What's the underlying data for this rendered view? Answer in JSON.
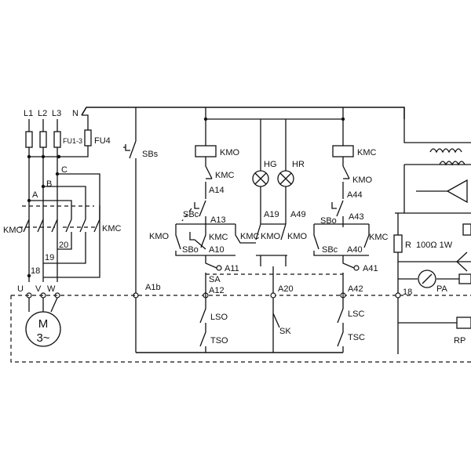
{
  "diagram": {
    "supply": [
      "L1",
      "L2",
      "L3",
      "N"
    ],
    "fuses": {
      "main": "FU1-3",
      "control": "FU4"
    },
    "phase_nodes": [
      "A",
      "B",
      "C"
    ],
    "wire_numbers": [
      "20",
      "19",
      "18"
    ],
    "motor": {
      "symbol": "M",
      "phase": "3~",
      "terminals": [
        "U",
        "V",
        "W"
      ]
    },
    "contactors": {
      "open": "KMO",
      "close": "KMC"
    },
    "stop_button": "SBs",
    "pushbuttons": {
      "local": "SBc",
      "remote": "SBo"
    },
    "lamps": [
      "HG",
      "HR"
    ],
    "nodes": [
      "A14",
      "A13",
      "A10",
      "A19",
      "A49",
      "A44",
      "A43",
      "A40",
      "A11",
      "A41",
      "A12",
      "A20",
      "A42",
      "A1b",
      "18"
    ],
    "selector": "SA",
    "limit_switches": [
      "LSO",
      "TSO",
      "SK",
      "LSC",
      "TSC"
    ],
    "resistor": {
      "label": "R",
      "value": "100Ω 1W"
    },
    "meters": [
      "PA",
      "RP"
    ]
  }
}
